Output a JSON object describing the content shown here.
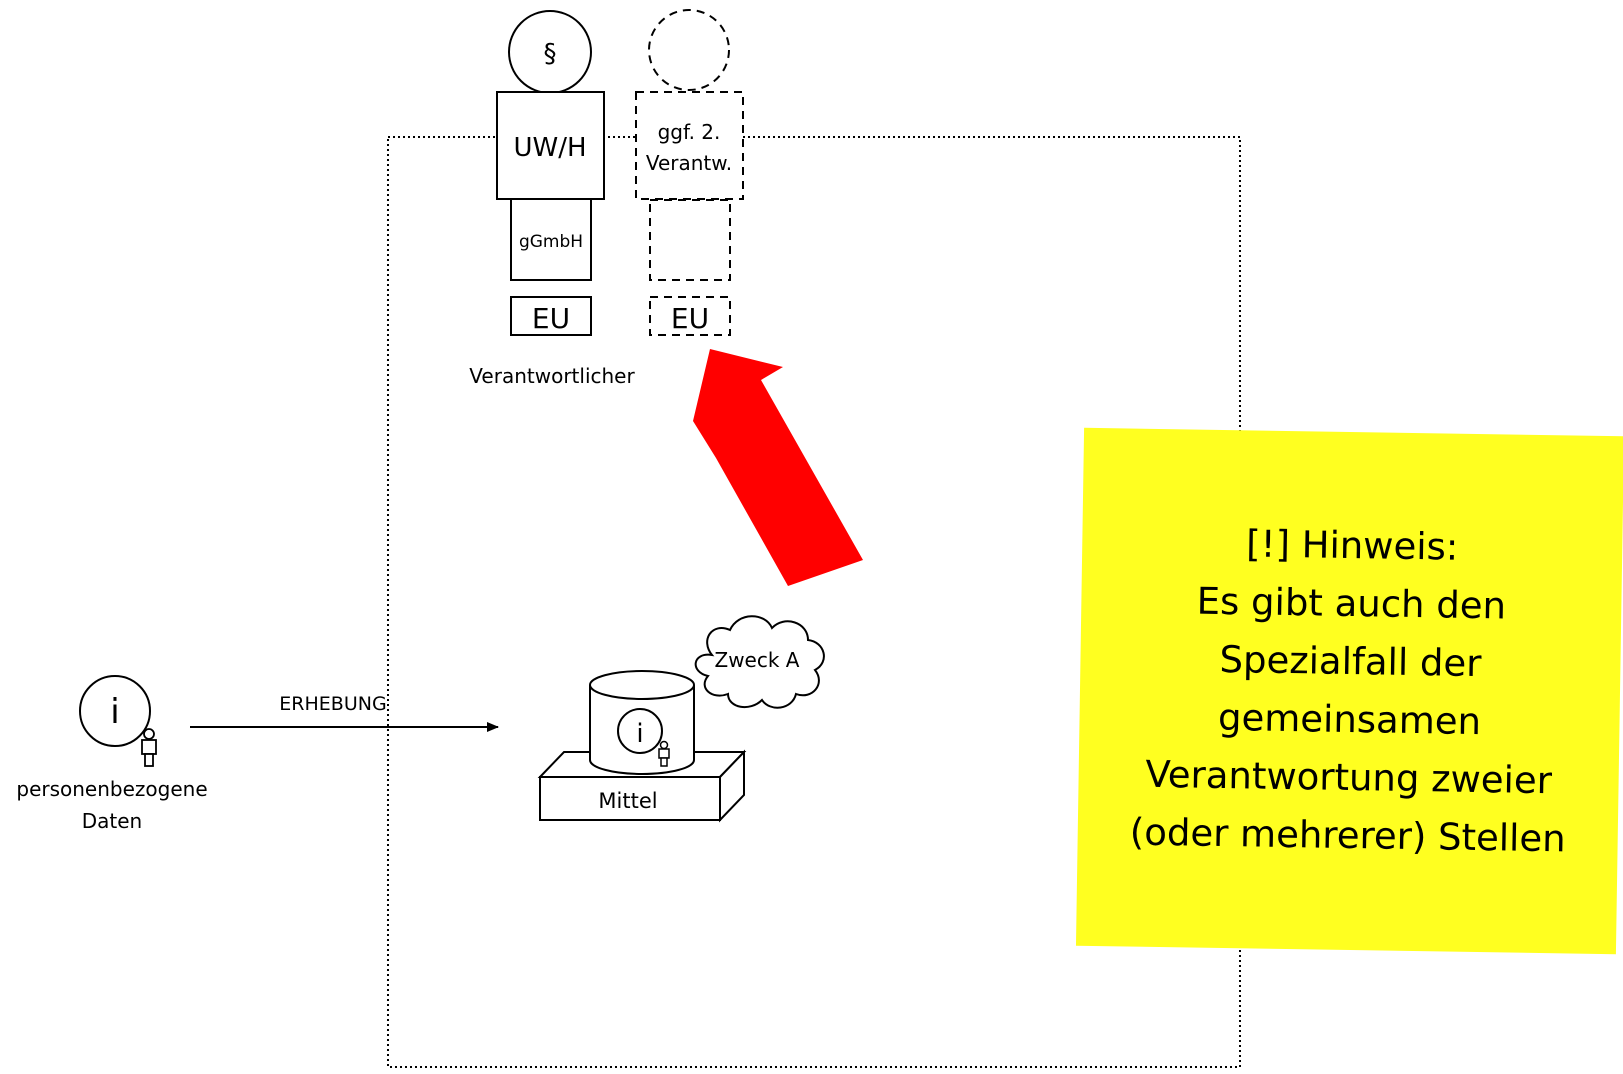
{
  "controller": {
    "head_symbol": "§",
    "body_label": "UW/H",
    "legal_form": "gGmbH",
    "region": "EU",
    "caption": "Verantwortlicher"
  },
  "second_controller": {
    "body_label_line1": "ggf. 2.",
    "body_label_line2": "Verantw.",
    "region": "EU"
  },
  "data_subject": {
    "icon_label": "i",
    "caption_line1": "personenbezogene",
    "caption_line2": "Daten"
  },
  "collection": {
    "label": "ERHEBUNG"
  },
  "means": {
    "label": "Mittel",
    "icon_label": "i",
    "purpose": "Zweck A"
  },
  "note": {
    "lines": [
      "[!] Hinweis:",
      "Es gibt auch den",
      "Spezialfall der",
      "gemeinsamen",
      "Verantwortung zweier",
      "(oder mehrerer) Stellen"
    ],
    "color": "#ffff20"
  },
  "colors": {
    "arrow": "#ff0000"
  }
}
